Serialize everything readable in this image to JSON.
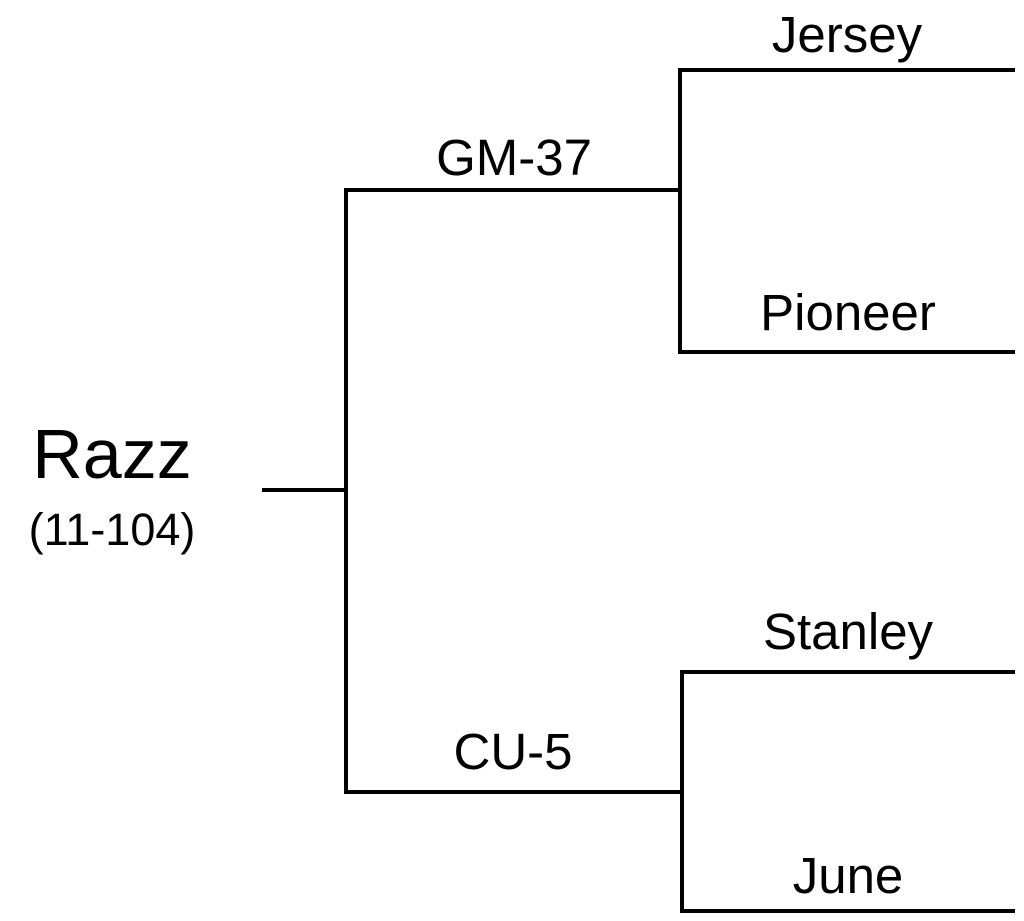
{
  "root": {
    "name": "Razz",
    "code": "(11-104)"
  },
  "parents": [
    {
      "name": "GM-37",
      "parents": [
        "Jersey",
        "Pioneer"
      ]
    },
    {
      "name": "CU-5",
      "parents": [
        "Stanley",
        "June"
      ]
    }
  ],
  "colors": {
    "line": "#000000",
    "text": "#000000",
    "background": "#ffffff"
  }
}
